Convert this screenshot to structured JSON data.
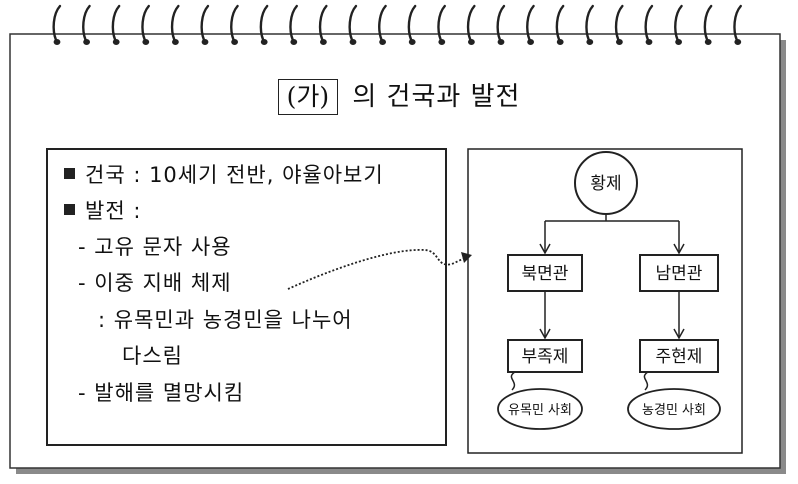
{
  "title": {
    "label_box": "(가)",
    "text": "의 건국과 발전"
  },
  "left_panel": {
    "lines": [
      {
        "bullet": true,
        "text": "건국 : 10세기 전반, 야율아보기"
      },
      {
        "bullet": true,
        "text": "발전 :"
      },
      {
        "bullet": false,
        "text": "- 고유 문자 사용"
      },
      {
        "bullet": false,
        "text": "- 이중 지배 체제"
      },
      {
        "bullet": false,
        "text": ": 유목민과 농경민을 나누어"
      },
      {
        "bullet": false,
        "text": "다스림"
      },
      {
        "bullet": false,
        "text": "- 발해를 멸망시킴"
      }
    ]
  },
  "diagram": {
    "top": "황제",
    "north": "북면관",
    "south": "남면관",
    "north_sub": "부족제",
    "south_sub": "주현제",
    "north_society": "유목민 사회",
    "south_society": "농경민 사회"
  }
}
